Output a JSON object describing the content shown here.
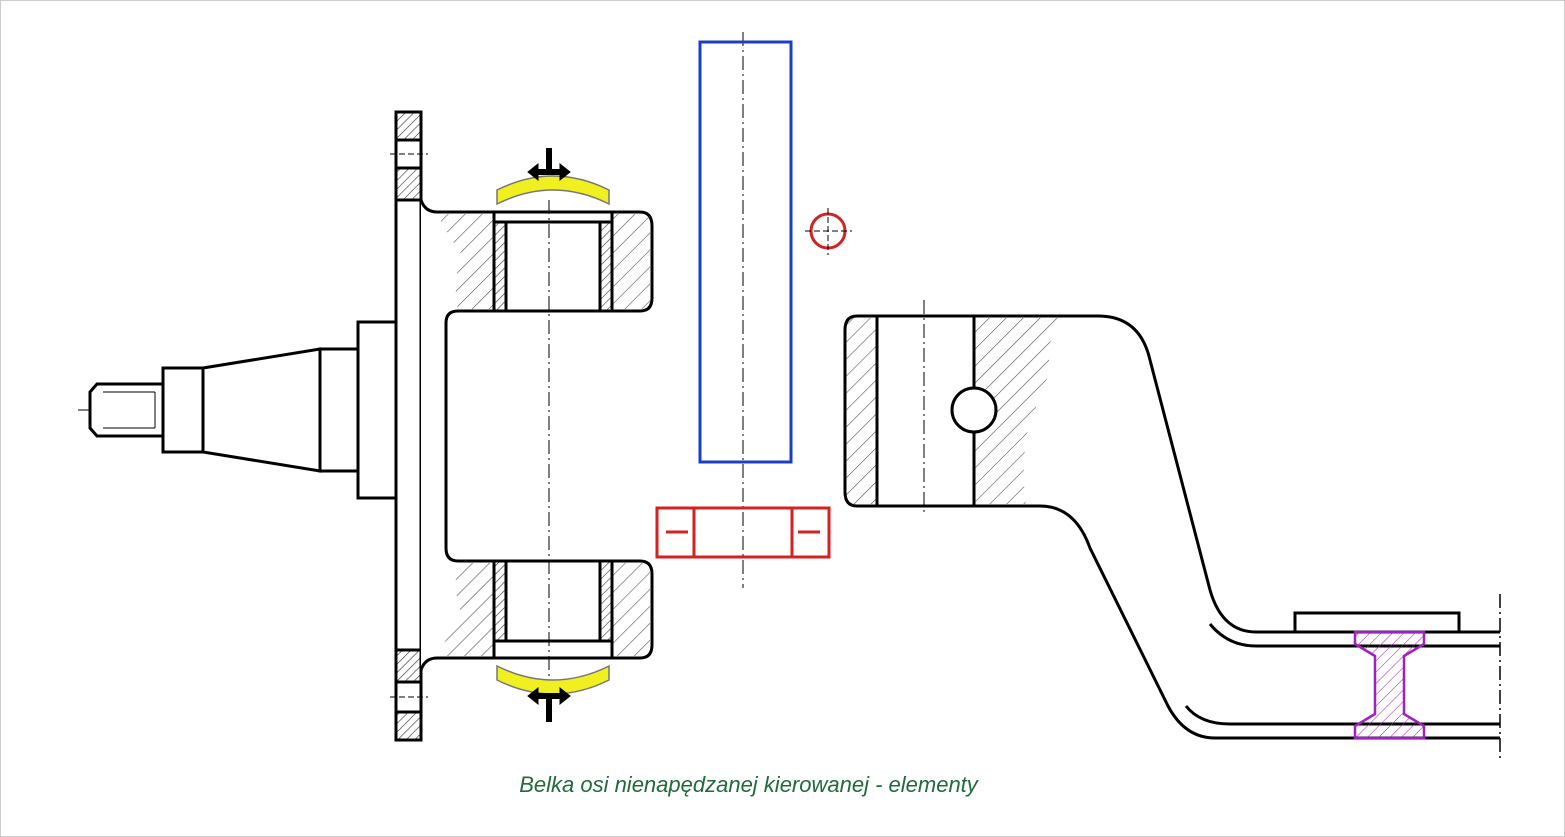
{
  "caption": "Belka osi nienapędzanej kierowanej - elementy",
  "colors": {
    "line": "#000000",
    "hatch": "#555555",
    "caption": "#1f6b3a",
    "king_pin": "#1a3fc4",
    "bushing_highlight": "#d22222",
    "bearing_arc": "#f0f020",
    "i_beam": "#a020c0",
    "border": "#cccccc"
  },
  "parts": {
    "stub_axle": "steering knuckle with spindle",
    "king_pin": "king pin (blue outline)",
    "thrust_bearing": "thrust bearing (red outline)",
    "axle_beam_end": "axle beam end with I-section (purple)"
  }
}
